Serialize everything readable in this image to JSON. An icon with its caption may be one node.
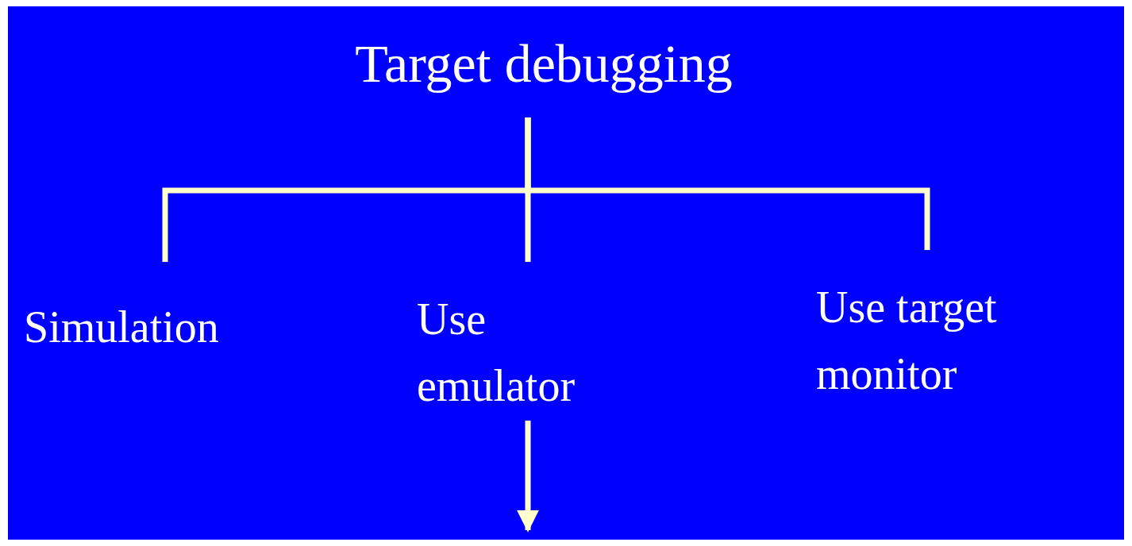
{
  "diagram": {
    "nodes": [
      {
        "text": [
          "Target debugging"
        ]
      },
      {
        "text": [
          "Simulation"
        ]
      },
      {
        "text": [
          "Use emulator"
        ]
      },
      {
        "text": [
          "Use target monitor"
        ]
      }
    ],
    "edges": [
      {
        "from": 0,
        "to": 1,
        "arrow": "none"
      },
      {
        "from": 0,
        "to": 2,
        "arrow": "none"
      },
      {
        "from": 0,
        "to": 3,
        "arrow": "none"
      },
      {
        "from": 2,
        "to": null,
        "arrow": "to"
      }
    ]
  }
}
